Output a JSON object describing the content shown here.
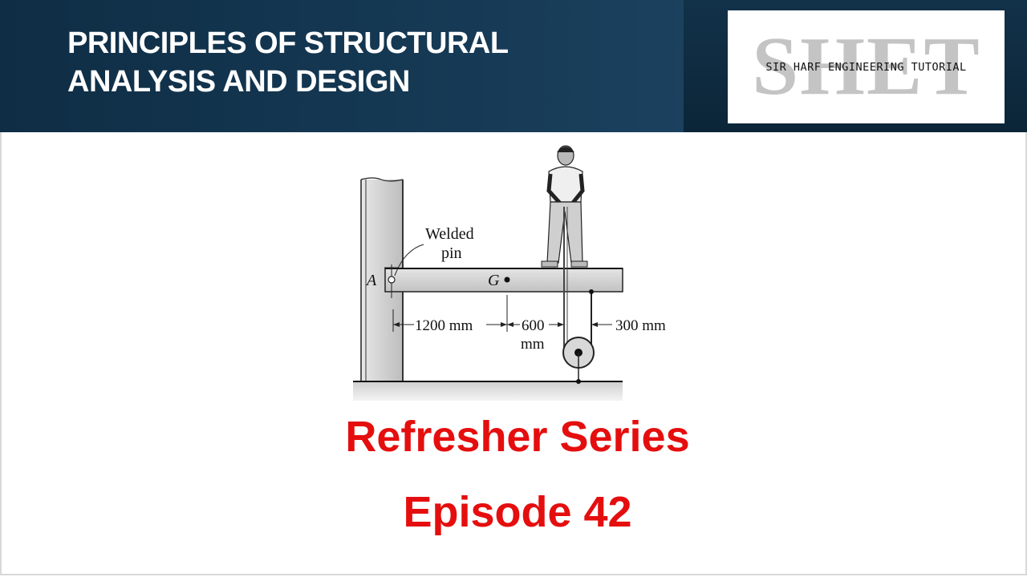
{
  "header": {
    "title_line1": "PRINCIPLES OF STRUCTURAL",
    "title_line2": "ANALYSIS AND DESIGN"
  },
  "logo": {
    "mark": "SHET",
    "text": "SIR HARF ENGINEERING TUTORIAL"
  },
  "figure": {
    "welded_label_1": "Welded",
    "welded_label_2": "pin",
    "point_a": "A",
    "point_g": "G",
    "dim_1": "1200 mm",
    "dim_2_top": "600",
    "dim_2_bottom": "mm",
    "dim_3": "300 mm"
  },
  "series": {
    "line1": "Refresher Series",
    "line2": "Episode 42"
  },
  "colors": {
    "banner": "#163a55",
    "accent_red": "#e50e0e"
  }
}
